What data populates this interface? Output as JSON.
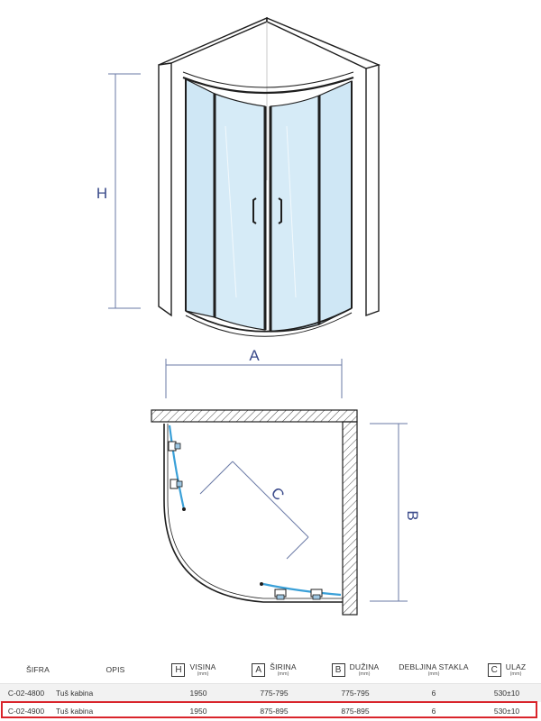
{
  "dimensions": {
    "height_letter": "H",
    "width_letter": "A",
    "depth_letter": "B",
    "entry_letter": "C"
  },
  "table": {
    "headers": {
      "code": "ŠIFRA",
      "description": "OPIS",
      "height": {
        "box": "H",
        "label": "VISINA",
        "unit": "(mm)"
      },
      "width": {
        "box": "A",
        "label": "ŠIRINA",
        "unit": "(mm)"
      },
      "length": {
        "box": "B",
        "label": "DUŽINA",
        "unit": "(mm)"
      },
      "glass": {
        "label": "DEBLJINA STAKLA",
        "unit": "(mm)"
      },
      "entry": {
        "box": "C",
        "label": "ULAZ",
        "unit": "(mm)"
      }
    },
    "rows": [
      {
        "code": "C-02-4800",
        "description": "Tuš kabina",
        "height": "1950",
        "width": "775-795",
        "length": "775-795",
        "glass": "6",
        "entry": "530±10"
      },
      {
        "code": "C-02-4900",
        "description": "Tuš kabina",
        "height": "1950",
        "width": "875-895",
        "length": "875-895",
        "glass": "6",
        "entry": "530±10"
      }
    ]
  },
  "colors": {
    "glass": "#cfe7f5",
    "outline": "#1e1e1e",
    "dimension_line": "#6a7aa6",
    "highlight": "#d9242b",
    "profile_blue": "#3aa0d8"
  }
}
